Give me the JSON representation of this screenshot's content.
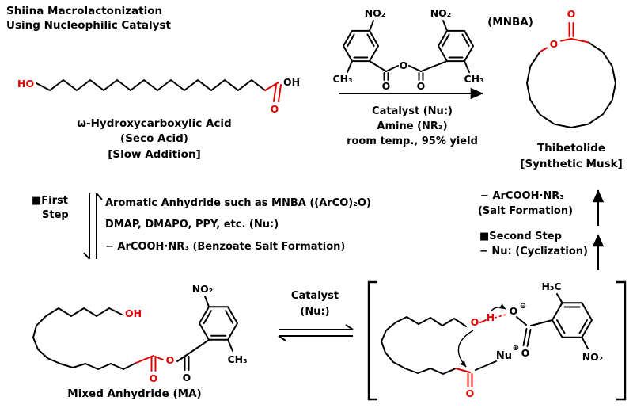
{
  "colors": {
    "highlight": "#e00000",
    "ink": "#000000"
  },
  "title": {
    "line1": "Shiina Macrolactonization",
    "line2": "Using Nucleophilic Catalyst"
  },
  "seco_acid": {
    "ho": "HO",
    "oh": "OH",
    "carbonyl_o": "O",
    "name": "ω-Hydroxycarboxylic Acid",
    "subname": "(Seco Acid)",
    "note": "[Slow Addition]"
  },
  "mnba": {
    "no2_left": "NO₂",
    "no2_right": "NO₂",
    "ch3_left": "CH₃",
    "ch3_right": "CH₃",
    "o_left": "O",
    "o_bridge": "O",
    "o_right": "O",
    "label": "(MNBA)"
  },
  "main_reaction": {
    "cond1": "Catalyst (Nu:)",
    "cond2": "Amine (NR₃)",
    "cond3": "room temp., 95% yield"
  },
  "thibetolide": {
    "ring_o": "O",
    "carbonyl_o": "O",
    "name": "Thibetolide",
    "subname": "[Synthetic Musk]"
  },
  "first_step": {
    "marker_line1": "■First",
    "marker_line2": "Step",
    "text1": "Aromatic Anhydride such as MNBA ((ArCO)₂O)",
    "text2": "DMAP, DMAPO, PPY, etc. (Nu:)",
    "text3": "− ArCOOH·NR₃ (Benzoate Salt Formation)"
  },
  "second_step": {
    "salt1": "− ArCOOH·NR₃",
    "salt2": "(Salt Formation)",
    "marker": "■Second Step",
    "text": "− Nu: (Cyclization)"
  },
  "mixed_anhydride": {
    "oh": "OH",
    "o_carbonyl_left": "O",
    "o_bridge": "O",
    "o_carbonyl_right": "O",
    "no2": "NO₂",
    "ch3": "CH₃",
    "label": "Mixed Anhydride (MA)"
  },
  "lower_equilibrium": {
    "cond1": "Catalyst",
    "cond2": "(Nu:)"
  },
  "intermediate": {
    "o": "O",
    "h": "H",
    "o_minus": "O",
    "minus_charge": "⊖",
    "nu": "Nu",
    "plus_charge": "⊕",
    "o_lower": "O",
    "o_acyl": "O",
    "h3c": "H₃C",
    "no2": "NO₂"
  }
}
